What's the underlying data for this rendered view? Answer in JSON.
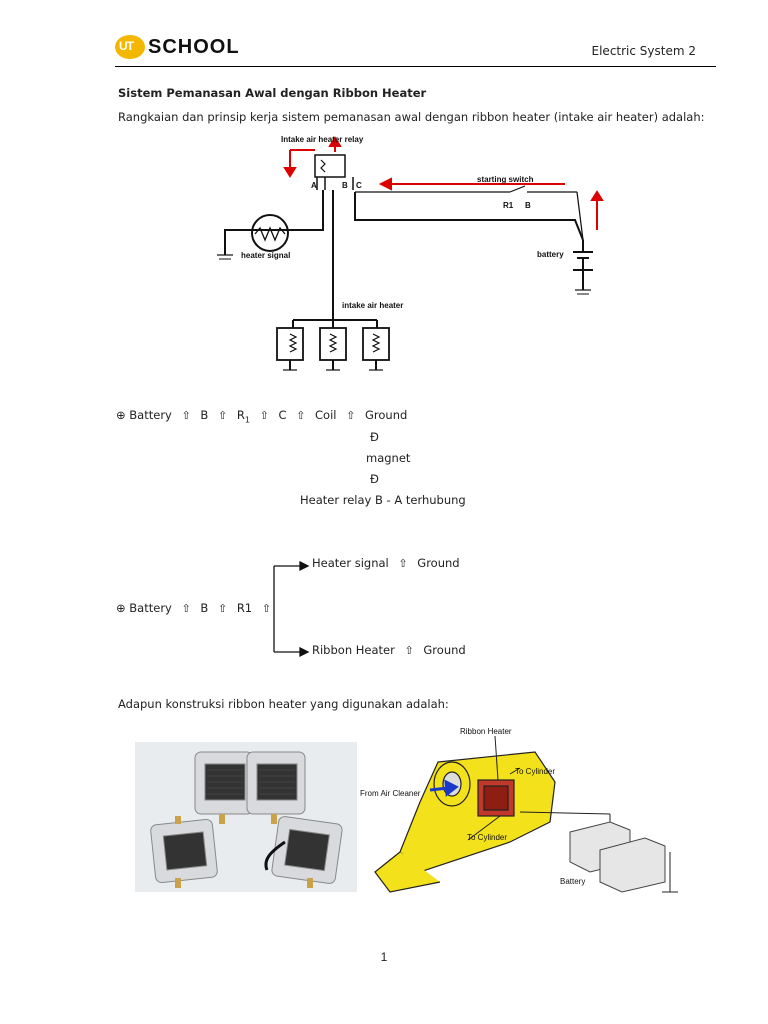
{
  "header": {
    "logo_badge": "UT",
    "logo_text": "SCHOOL",
    "right_title": "Electric System 2"
  },
  "section": {
    "title": "Sistem Pemanasan Awal dengan Ribbon Heater",
    "intro": "Rangkaian dan prinsip kerja sistem pemanasan awal dengan ribbon heater (intake air heater) adalah:",
    "construction": "Adapun konstruksi ribbon heater yang digunakan adalah:"
  },
  "circuit": {
    "relay_label": "Intake air heater relay",
    "terminal_a": "A",
    "terminal_b": "B",
    "terminal_c": "C",
    "starting_switch": "starting switch",
    "r1": "R1",
    "b": "B",
    "battery": "battery",
    "heater_signal": "heater signal",
    "intake_air_heater": "intake air heater"
  },
  "flow1": {
    "start": "⊕ Battery",
    "b": "B",
    "r1": "R",
    "r1_sub": "1",
    "c": "C",
    "coil": "Coil",
    "ground": "Ground",
    "down1": "Ð",
    "magnet": "magnet",
    "down2": "Ð",
    "result": "Heater relay B - A terhubung"
  },
  "flow2": {
    "start": "⊕ Battery",
    "b": "B",
    "r1": "R1",
    "branch1": "Heater signal",
    "ground1": "Ground",
    "branch2": "Ribbon Heater",
    "ground2": "Ground"
  },
  "arrow_glyph": "⇧",
  "diagram2": {
    "ribbon_heater": "Ribbon Heater",
    "to_cylinder_1": "To Cylinder",
    "from_air_cleaner": "From Air Cleaner",
    "to_cylinder_2": "To Cylinder",
    "battery": "Battery"
  },
  "page_number": "1"
}
